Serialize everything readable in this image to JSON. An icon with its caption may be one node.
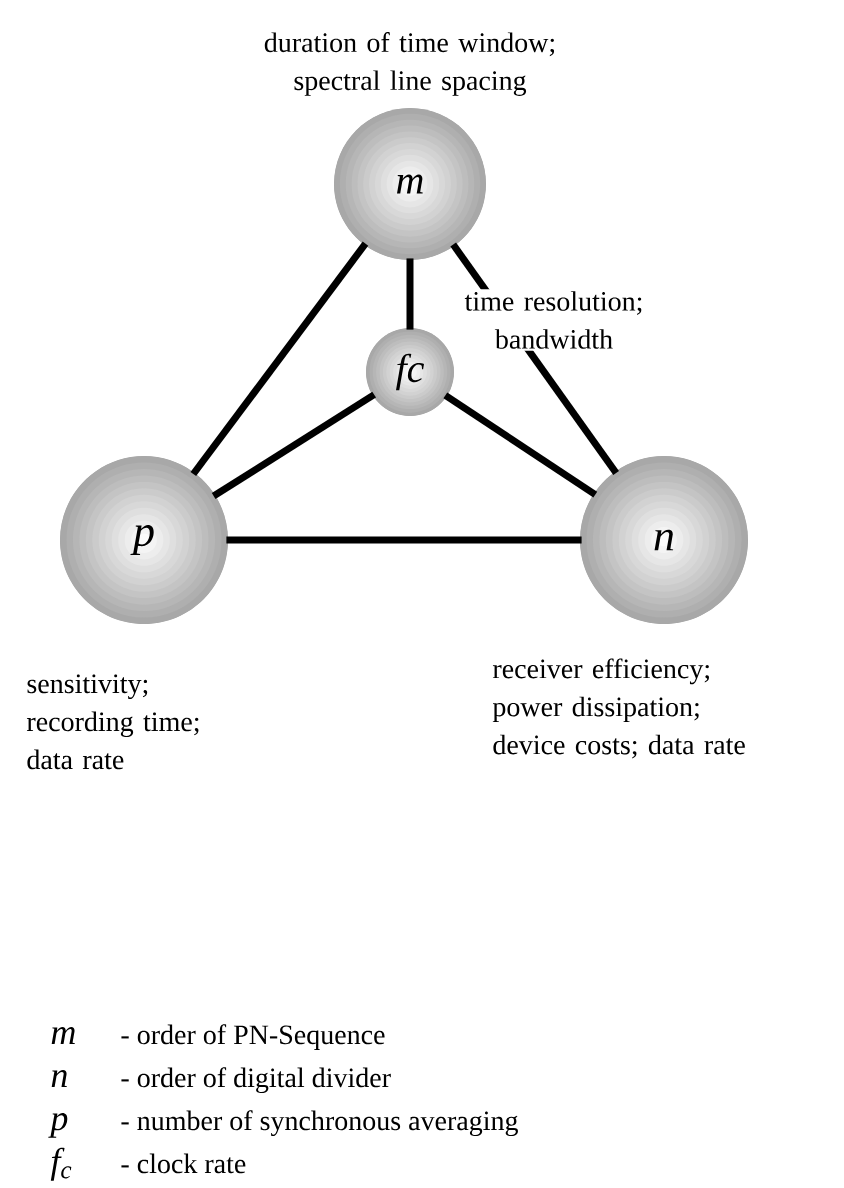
{
  "diagram": {
    "nodes": [
      {
        "text": [
          "m"
        ],
        "beside": [
          "duration of time window; spectral line spacing"
        ]
      },
      {
        "text": [
          "fc"
        ],
        "beside": [
          "time resolution; bandwidth"
        ]
      },
      {
        "text": [
          "p"
        ],
        "beside": [
          "sensitivity; recording time; data rate"
        ]
      },
      {
        "text": [
          "n"
        ],
        "beside": [
          "receiver efficiency; power dissipation; device costs; data rate"
        ]
      }
    ],
    "edges": [
      {
        "from": 0,
        "to": 2,
        "arrow": "none"
      },
      {
        "from": 0,
        "to": 3,
        "arrow": "none"
      },
      {
        "from": 0,
        "to": 1,
        "arrow": "none"
      },
      {
        "from": 1,
        "to": 2,
        "arrow": "none"
      },
      {
        "from": 1,
        "to": 3,
        "arrow": "none"
      },
      {
        "from": 2,
        "to": 3,
        "arrow": "none"
      }
    ],
    "labels": [
      "m",
      "- order of PN-Sequence",
      "n",
      "- order of digital divider",
      "p",
      "- number of synchronous averaging",
      "f$_{c}$",
      "- clock rate"
    ]
  }
}
